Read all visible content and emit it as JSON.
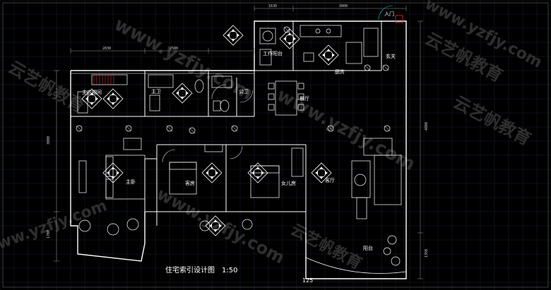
{
  "drawing": {
    "title": "住宅索引设计图",
    "scale": "1:50",
    "entrance_label": "入门",
    "bottom_number": "125"
  },
  "rooms": [
    {
      "id": "master-closet",
      "label": "主衣帽间"
    },
    {
      "id": "master-bath",
      "label": "主卫"
    },
    {
      "id": "laundry",
      "label": "工作阳台"
    },
    {
      "id": "kitchen",
      "label": "厨房"
    },
    {
      "id": "foyer",
      "label": "玄关"
    },
    {
      "id": "public-bath",
      "label": "公卫"
    },
    {
      "id": "dining",
      "label": "餐厅"
    },
    {
      "id": "master-bedroom",
      "label": "主卧"
    },
    {
      "id": "guest-room",
      "label": "客房"
    },
    {
      "id": "daughter-room",
      "label": "女儿房"
    },
    {
      "id": "living",
      "label": "客厅"
    },
    {
      "id": "balcony",
      "label": "阳台"
    }
  ],
  "dimensions": {
    "top": [
      "1630",
      "3000",
      "2830",
      "2580"
    ],
    "left": [
      "3800",
      "1700"
    ],
    "right": [
      "4800",
      "1350"
    ]
  },
  "watermarks": {
    "url": "www.yzfjy.com",
    "brand": "云艺帆教育"
  },
  "colors": {
    "background": "#000000",
    "wall": "#ffffff",
    "grid": "#1f2a3a",
    "symbol": "#ffffff",
    "door": "#00d0d0",
    "accent": "#ff2a2a"
  }
}
